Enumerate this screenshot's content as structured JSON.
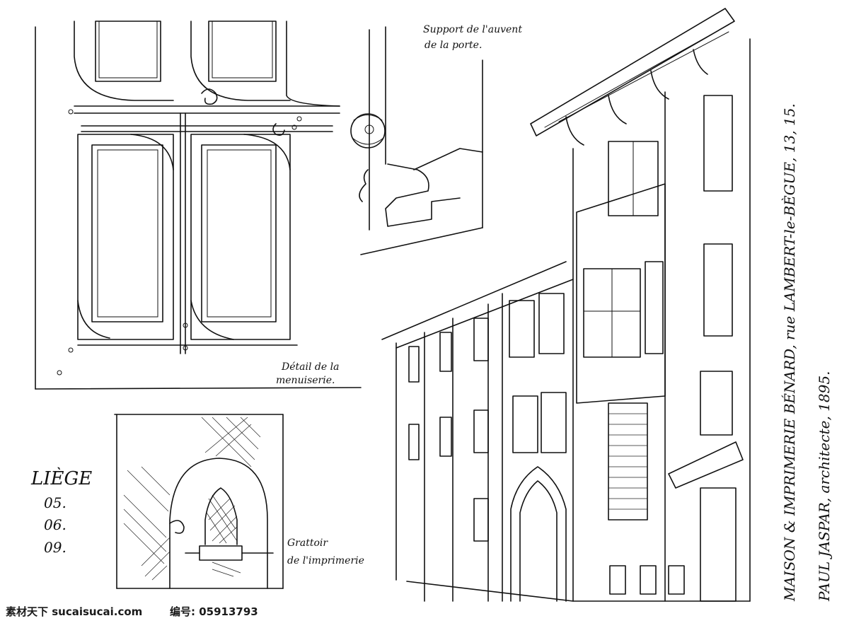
{
  "sketch": {
    "city": "LIÈGE",
    "date_lines": [
      "05.",
      "06.",
      "09."
    ],
    "captions": {
      "door_panel": [
        "Détail de la",
        "menuiserie."
      ],
      "awning_support": [
        "Support de l'auvent",
        "de la porte."
      ],
      "scraper": [
        "Grattoir",
        "de l'imprimerie"
      ],
      "title_line1": "MAISON & IMPRIMERIE BÉNARD, rue LAMBERT-le-BÈGUE, 13, 15.",
      "title_line2": "PAUL JASPAR, architecte, 1895."
    }
  },
  "watermark": {
    "left": "素材天下 sucaisucai.com",
    "right": "编号: 05913793"
  }
}
